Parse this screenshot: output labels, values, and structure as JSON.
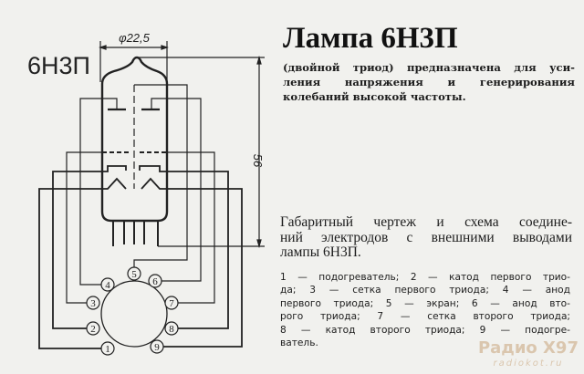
{
  "drawing": {
    "tube_label": "6Н3П",
    "diameter_label": "φ22,5",
    "height_label": "56",
    "pin_numbers": [
      "1",
      "2",
      "3",
      "4",
      "5",
      "6",
      "7",
      "8",
      "9"
    ]
  },
  "text": {
    "title": "Лампа 6Н3П",
    "intro_lines": [
      "(двойной триод) предназначена для уси-",
      "ления напряжения и генерирования",
      "колебаний высокой частоты."
    ],
    "caption_lines": [
      "Габаритный чертеж и схема соедине-",
      "ний электродов с внешними выводами",
      "лампы 6Н3П."
    ],
    "legend_lines": [
      "1 — подогреватель; 2 — катод первого трио-",
      "да; 3 — сетка первого триода; 4 — анод",
      "первого триода; 5 — экран; 6 — анод вто-",
      "рого триода; 7 — сетка второго триода;",
      "8 — катод второго триода; 9 — подогре-",
      "ватель."
    ]
  },
  "watermark": {
    "logo": "Радио X97",
    "site": "radiokot.ru"
  }
}
